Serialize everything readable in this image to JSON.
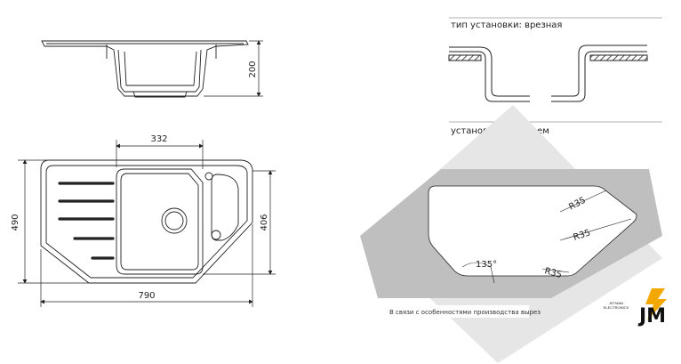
{
  "dimensions": {
    "height_side": "200",
    "width_bowl": "332",
    "height_total": "490",
    "height_inner": "406",
    "width_total": "790"
  },
  "install": {
    "type_label": "тип установки: врезная",
    "cutout_label": "установочный проем"
  },
  "cutout": {
    "radius_1": "R35",
    "radius_2": "R35",
    "radius_3": "R35",
    "angle": "135°"
  },
  "footer_note": "В связи с особенностями производства вырез",
  "brand": {
    "name_line1": "JETMAN",
    "name_line2": "ELECTRONICS",
    "logo_text": "JM"
  },
  "colors": {
    "line": "#222222",
    "cutout_gray": "#bfbfbf",
    "light_gray": "#e6e6e6",
    "brand_yellow": "#f2a800"
  }
}
